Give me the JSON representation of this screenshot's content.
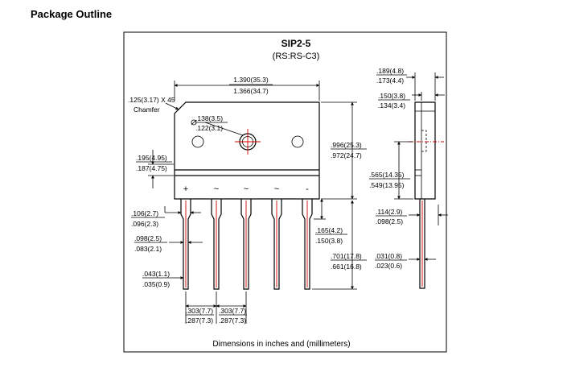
{
  "heading": "Package Outline",
  "package": {
    "name": "SIP2-5",
    "code": "(RS:RS-C3)"
  },
  "terminals": [
    "+",
    "~",
    "~",
    "~",
    "-"
  ],
  "dims": {
    "chamfer_1": ".125(3.17) X 45",
    "chamfer_2": "Chamfer",
    "width_max": "1.390(35.3)",
    "width_min": "1.366(34.7)",
    "hole_dia_max": ".138(3.5)",
    "hole_dia_min": ".122(3.1)",
    "hole_h_max": ".195(4.95)",
    "hole_h_min": ".187(4.75)",
    "body_h_max": ".996(25.3)",
    "body_h_min": ".972(24.7)",
    "mid_h_max": ".565(14.35)",
    "mid_h_min": ".549(13.95)",
    "thick_max": ".189(4.8)",
    "thick_min": ".173(4.4)",
    "tab_max": ".150(3.8)",
    "tab_min": ".134(3.4)",
    "lead_w1_max": ".106(2.7)",
    "lead_w1_min": ".096(2.3)",
    "lead_w2_max": ".098(2.5)",
    "lead_w2_min": ".083(2.1)",
    "lead_tip_max": ".043(1.1)",
    "lead_tip_min": ".035(0.9)",
    "shoulder_max": ".165(4.2)",
    "shoulder_min": ".150(3.8)",
    "lead_len_max": ".701(17.8)",
    "lead_len_min": ".661(16.8)",
    "side_lead_max": ".114(2.9)",
    "side_lead_min": ".098(2.5)",
    "side_tip_max": ".031(0.8)",
    "side_tip_min": ".023(0.6)",
    "pitch1_max": ".303(7.7)",
    "pitch1_min": ".287(7.3)",
    "pitch2_max": ".303(7.7)",
    "pitch2_min": ".287(7.3)"
  },
  "footer": "Dimensions in inches and (millimeters)"
}
